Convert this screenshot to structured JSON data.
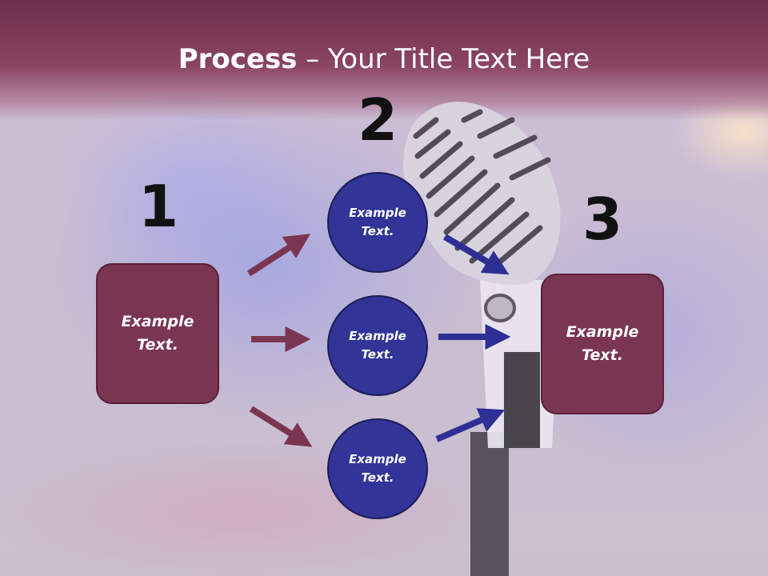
{
  "slide": {
    "title_bold": "Process",
    "title_rest": " – Your Title Text Here",
    "steps": [
      {
        "number": "1",
        "label": "Example Text."
      },
      {
        "number": "2",
        "labels": [
          "Example Text.",
          "Example Text.",
          "Example Text."
        ]
      },
      {
        "number": "3",
        "label": "Example Text."
      }
    ]
  },
  "colors": {
    "header": "#8a4562",
    "box_fill": "#7a3650",
    "circle_fill": "#323498",
    "arrow_left": "#7a3650",
    "arrow_right": "#2d2f94"
  },
  "background_image": "microphone-on-stage"
}
